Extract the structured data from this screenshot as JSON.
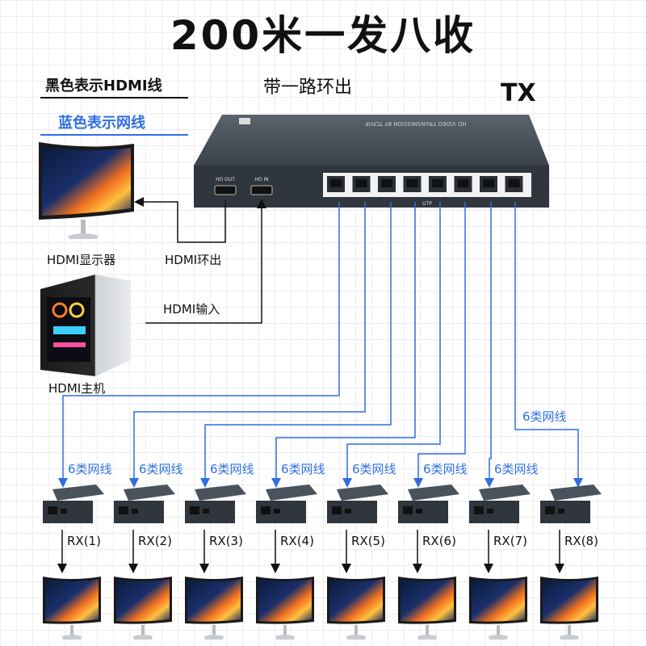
{
  "title": "200米一发八收",
  "subtitle": "带一路环出",
  "tx_label": "TX",
  "legend": {
    "black": "黑色表示HDMI线",
    "blue": "蓝色表示网线"
  },
  "switch": {
    "top_text": "HD VIDEO TRANSMISSION BY TCP/IP",
    "port_hdmi_out": "HD OUT",
    "port_hdmi_in": "HD IN",
    "port_group": "UTP"
  },
  "devices": {
    "monitor_label": "HDMI显示器",
    "host_label": "HDMI主机"
  },
  "links": {
    "hdmi_loop_out": "HDMI环出",
    "hdmi_input": "HDMI输入"
  },
  "cable_label": "6类网线",
  "receivers": [
    "RX(1)",
    "RX(2)",
    "RX(3)",
    "RX(4)",
    "RX(5)",
    "RX(6)",
    "RX(7)",
    "RX(8)"
  ],
  "colors": {
    "blue_line": "#2f6fe0",
    "device": "#3b434d"
  }
}
